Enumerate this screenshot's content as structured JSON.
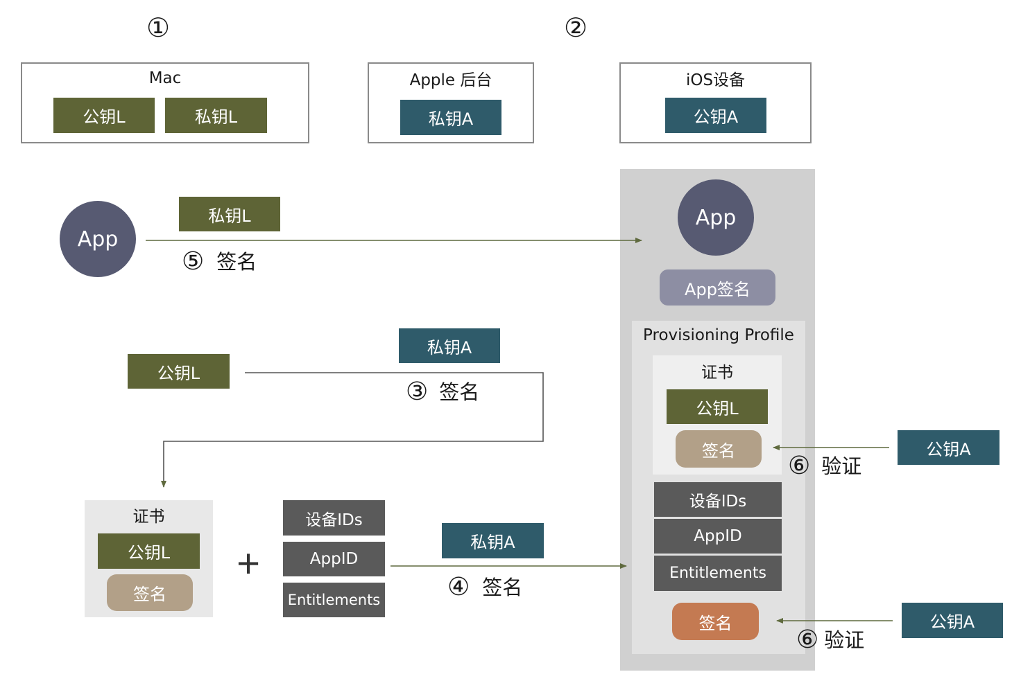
{
  "steps": {
    "s1": "①",
    "s2": "②"
  },
  "mac": {
    "title": "Mac",
    "pub": "公钥L",
    "priv": "私钥L"
  },
  "apple": {
    "title": "Apple 后台",
    "priv": "私钥A"
  },
  "ios": {
    "title": "iOS设备",
    "pub": "公钥A"
  },
  "app_sign_flow": {
    "app": "App",
    "key": "私钥L",
    "step": "⑤",
    "label": "签名"
  },
  "cert_flow": {
    "key": "私钥A",
    "pub": "公钥L",
    "step": "③",
    "label": "签名"
  },
  "local_cert": {
    "title": "证书",
    "pub": "公钥L",
    "sign": "签名"
  },
  "plus": "+",
  "profile_items": [
    "设备IDs",
    "AppID",
    "Entitlements"
  ],
  "profile_flow": {
    "key": "私钥A",
    "step": "④",
    "label": "签名"
  },
  "device": {
    "app": "App",
    "app_sign": "App签名",
    "profile_title": "Provisioning Profile",
    "cert_title": "证书",
    "cert_pub": "公钥L",
    "cert_sign": "签名",
    "items": [
      "设备IDs",
      "AppID",
      "Entitlements"
    ],
    "profile_sign": "签名"
  },
  "verify1": {
    "key": "公钥A",
    "step": "⑥",
    "label": "验证"
  },
  "verify2": {
    "key": "公钥A",
    "step": "⑥",
    "label": "验证"
  },
  "colors": {
    "olive": "#5e6436",
    "teal": "#2f5b6a",
    "app": "#575a72",
    "app-sign": "#8d8ea3",
    "tan": "#b2a088",
    "orange": "#c47a52",
    "item": "#5a5a5a",
    "arrow": "#5f6a3e"
  }
}
